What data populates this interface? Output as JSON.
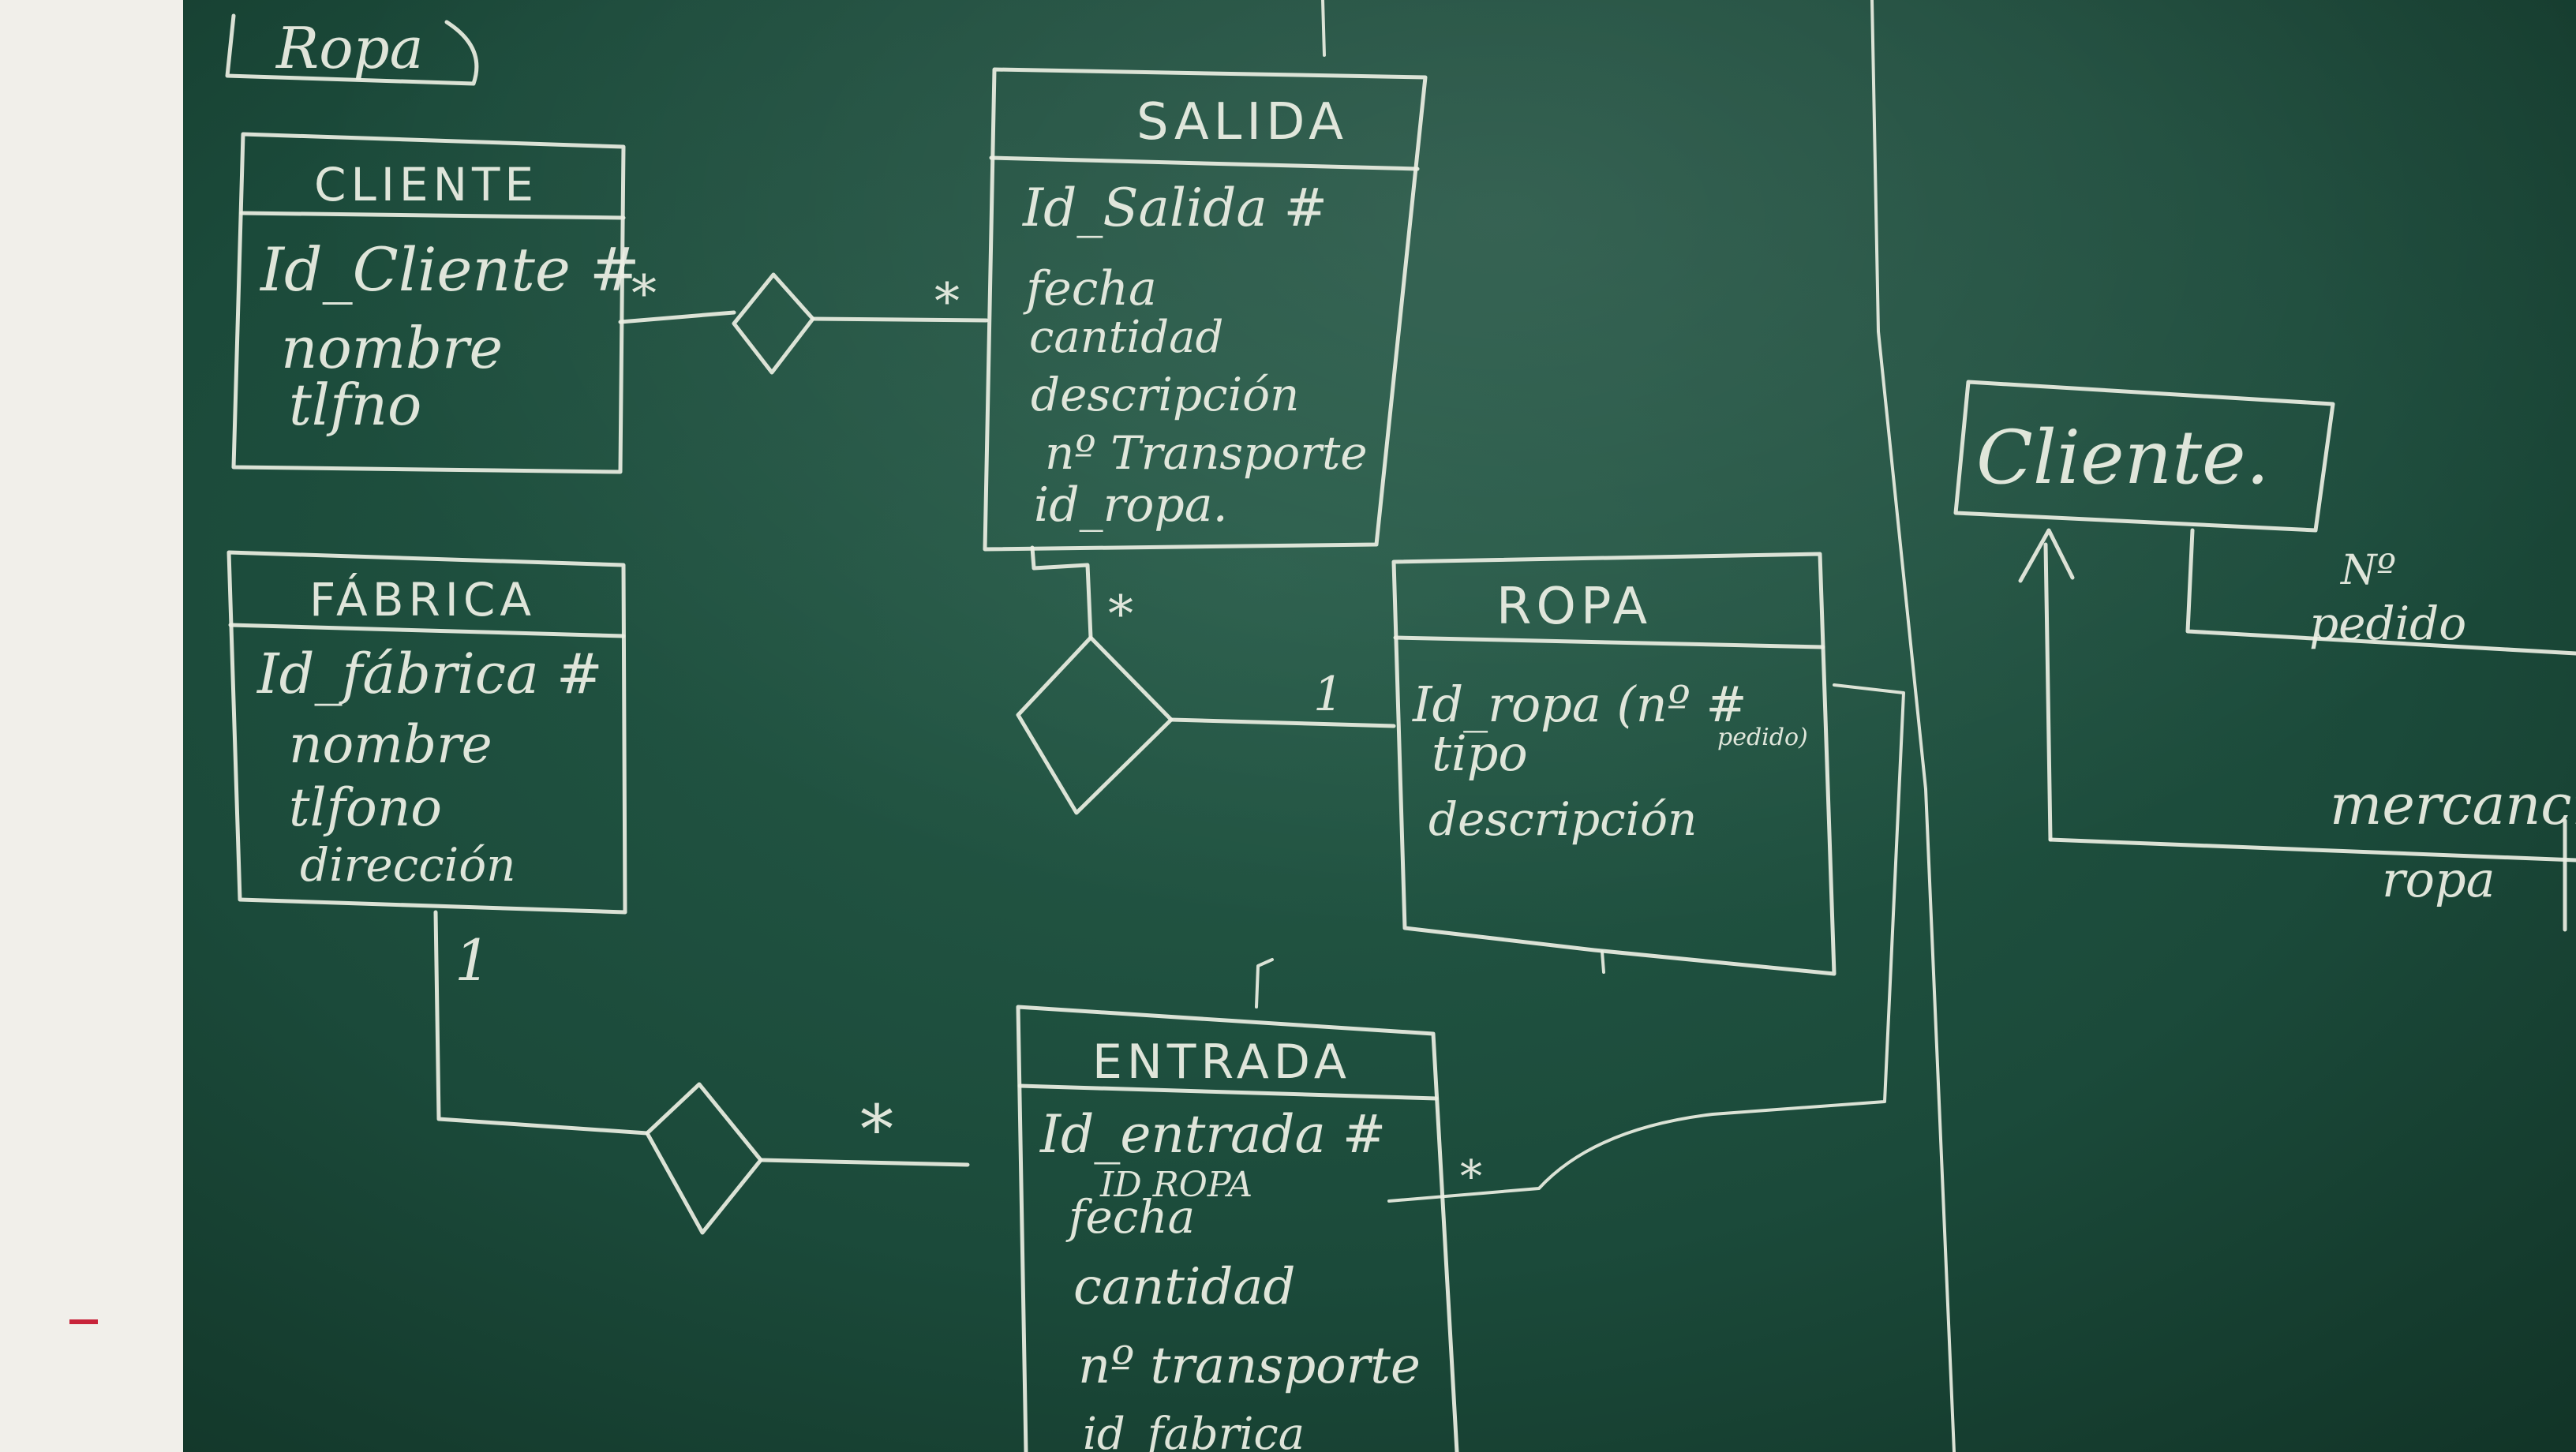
{
  "board_title": "Ropa",
  "entities": [
    {
      "id": "cliente",
      "name": "CLIENTE",
      "attributes": [
        "Id_Cliente #",
        "nombre",
        "tlfno"
      ]
    },
    {
      "id": "fabrica",
      "name": "FÁBRICA",
      "attributes": [
        "Id_fábrica #",
        "nombre",
        "tlfono",
        "dirección"
      ]
    },
    {
      "id": "salida",
      "name": "SALIDA",
      "attributes": [
        "Id_Salida #",
        "fecha",
        "cantidad",
        "descripción",
        "nº Transporte",
        "id_ropa."
      ]
    },
    {
      "id": "ropa",
      "name": "ROPA",
      "attributes": [
        "Id_ropa (nº #",
        "tipo",
        "descripción"
      ]
    },
    {
      "id": "entrada",
      "name": "ENTRADA",
      "attributes": [
        "Id_entrada #",
        "ID ROPA",
        "fecha",
        "cantidad",
        "nº transporte",
        "id_fabrica"
      ]
    }
  ],
  "ropa_key_note": "pedido)",
  "cardinalities": {
    "cliente_salida_left": "*",
    "cliente_salida_right": "*",
    "salida_ropa_top": "*",
    "salida_ropa_right": "1",
    "fabrica_entrada_left": "1",
    "fabrica_entrada_right": "*",
    "entrada_ropa": "*"
  },
  "right_panel": {
    "entity": "Cliente.",
    "label_1": "Nº",
    "label_2": "pedido",
    "label_3": "mercancía",
    "label_4": "ropa"
  },
  "colors": {
    "board": "#1b4a3a",
    "chalk": "#ecefe3",
    "wall": "#f1efea"
  }
}
